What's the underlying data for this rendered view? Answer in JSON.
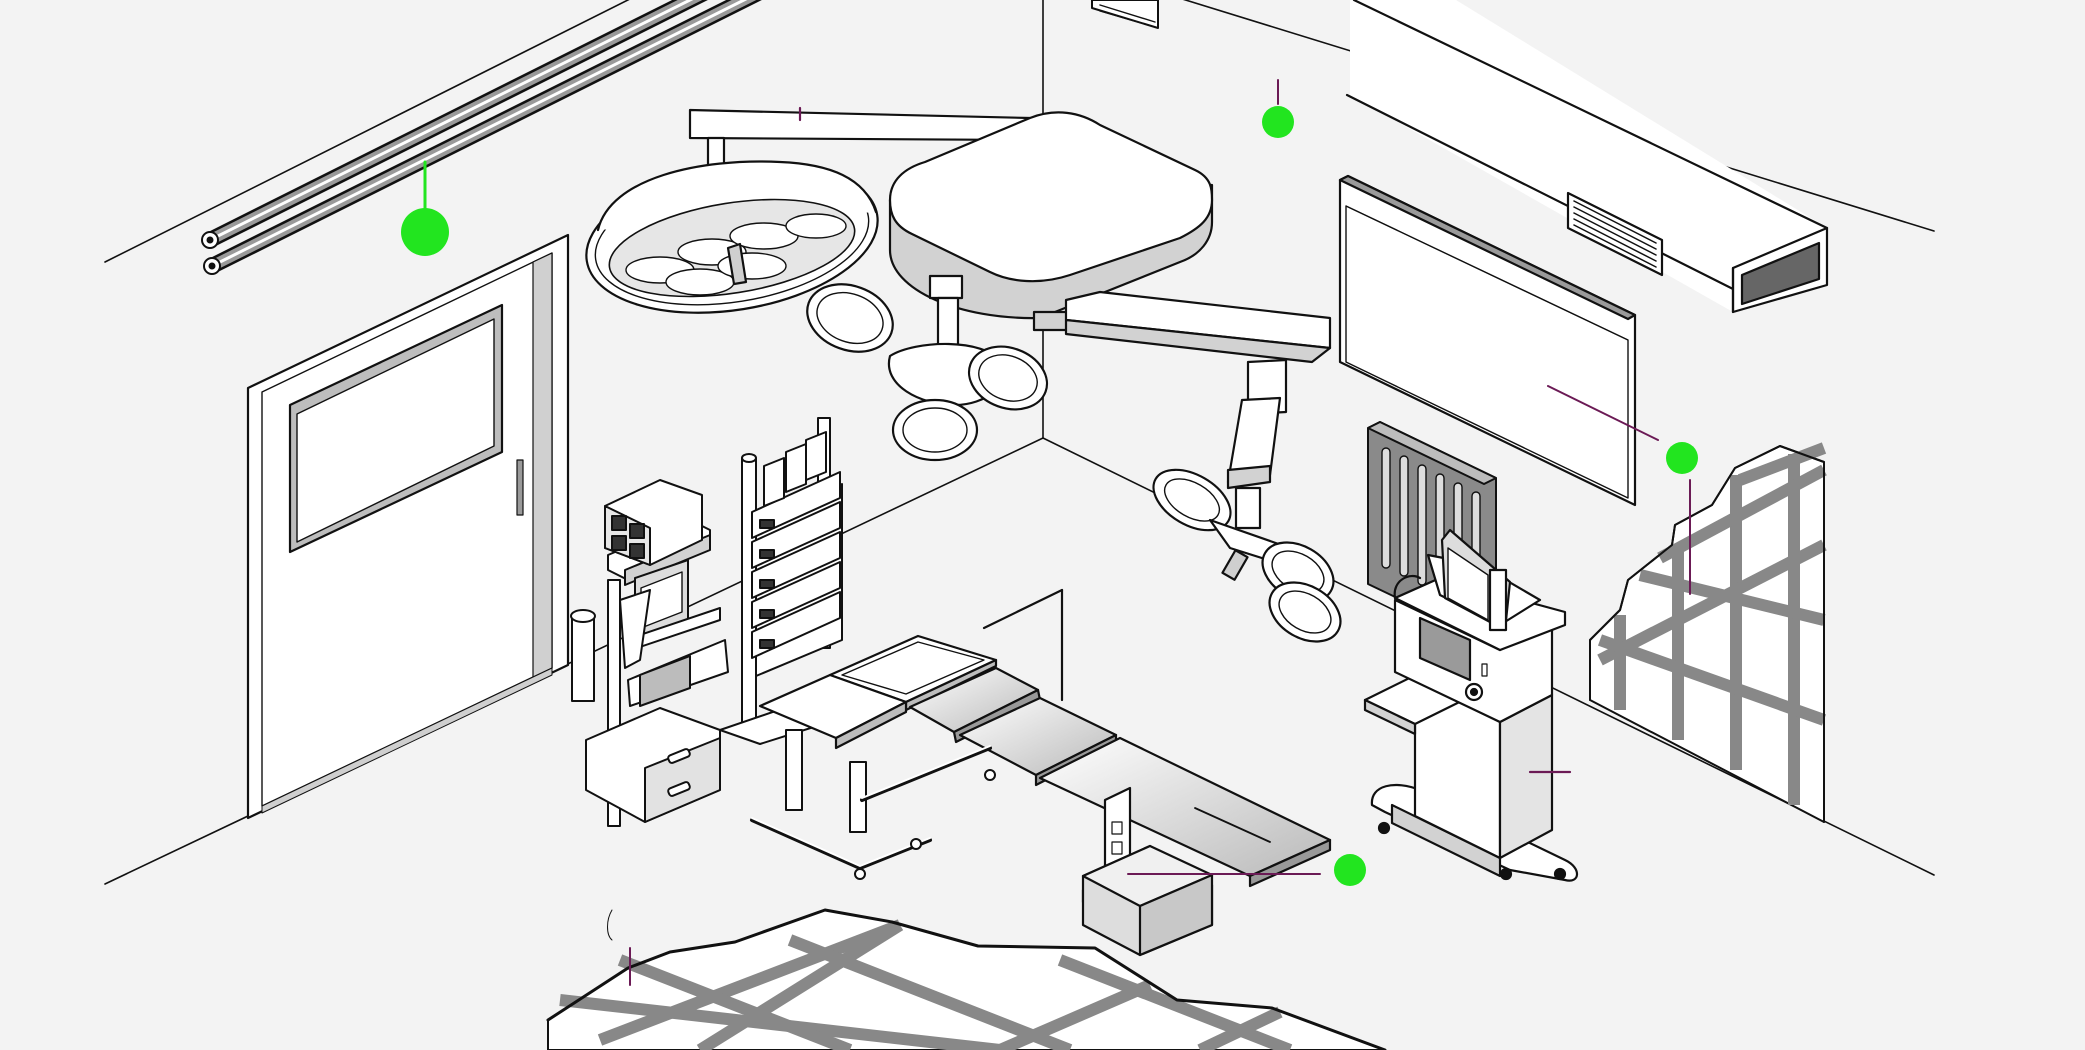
{
  "colors": {
    "background": "#f3f3f3",
    "line": "#111111",
    "fill_light": "#ffffff",
    "fill_mid": "#d9d9d9",
    "fill_dark": "#7a7a7a",
    "hotspot": "#22e51f",
    "leader": "#6b1a55"
  },
  "hotspots": [
    {
      "id": "ceiling-gas-pipes",
      "shape": "circle"
    },
    {
      "id": "ceiling-air-outlet",
      "shape": "circle"
    },
    {
      "id": "wall-display-screen",
      "shape": "circle"
    },
    {
      "id": "operating-table",
      "shape": "circle"
    }
  ]
}
